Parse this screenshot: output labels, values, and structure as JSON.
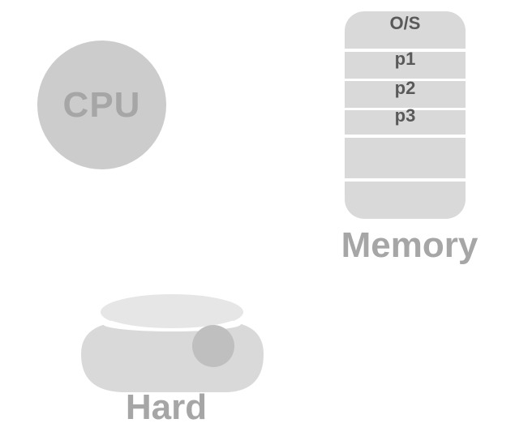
{
  "cpu": {
    "label": "CPU"
  },
  "memory": {
    "label": "Memory",
    "slots": [
      "O/S",
      "p1",
      "p2",
      "p3",
      "",
      "",
      ""
    ]
  },
  "disk": {
    "label": "Hard"
  },
  "colors": {
    "shape_fill": "#d9d9d9",
    "cpu_fill": "#cccccc",
    "label_text": "#a6a6a6",
    "slot_text": "#595959",
    "disk_top": "#e6e6e6",
    "disk_knob": "#bfbfbf"
  }
}
